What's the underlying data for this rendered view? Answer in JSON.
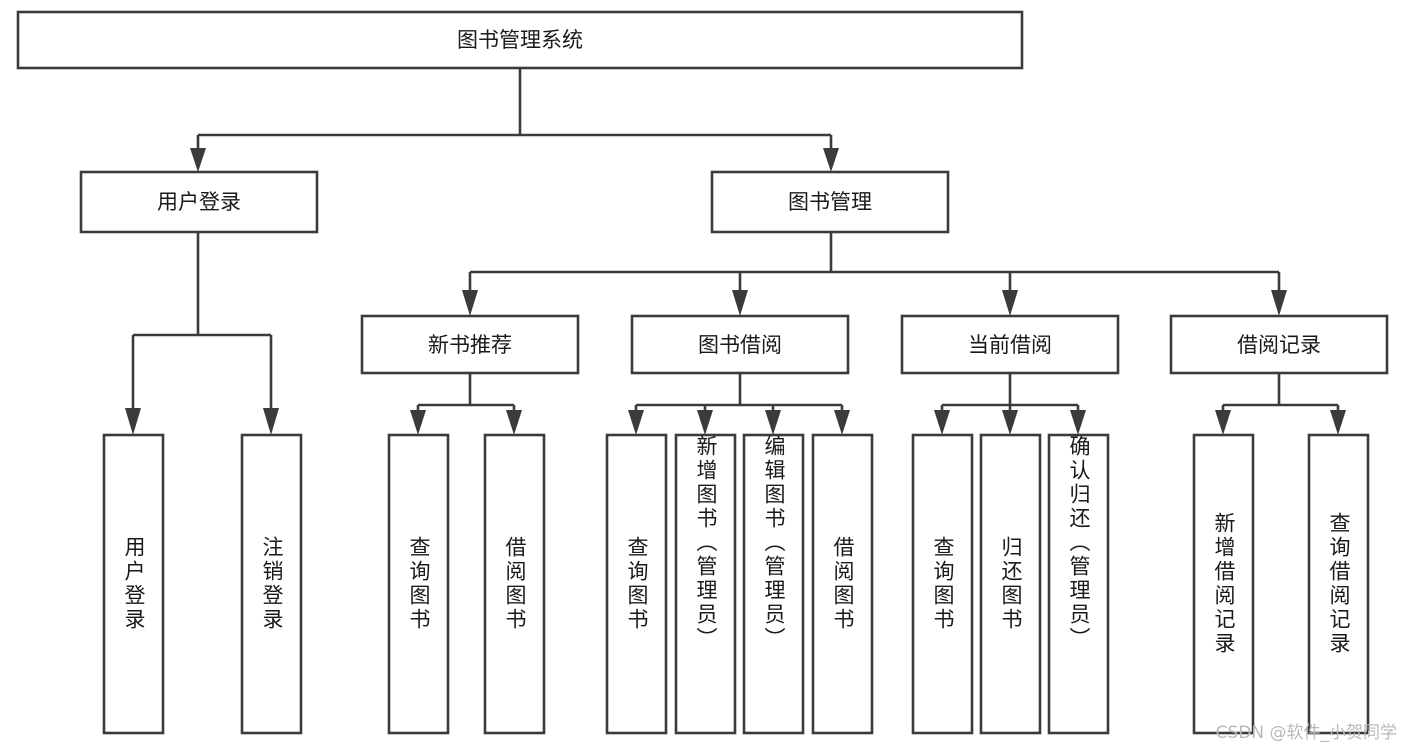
{
  "diagram": {
    "type": "tree",
    "title": "图书管理系统",
    "root": {
      "id": "root",
      "label": "图书管理系统",
      "orientation": "horizontal"
    },
    "level2": [
      {
        "id": "user-login",
        "label": "用户登录",
        "orientation": "horizontal"
      },
      {
        "id": "book-manage",
        "label": "图书管理",
        "orientation": "horizontal"
      }
    ],
    "level3": [
      {
        "id": "new-book-recommend",
        "label": "新书推荐",
        "orientation": "horizontal",
        "parent": "book-manage"
      },
      {
        "id": "book-borrow",
        "label": "图书借阅",
        "orientation": "horizontal",
        "parent": "book-manage"
      },
      {
        "id": "current-borrow",
        "label": "当前借阅",
        "orientation": "horizontal",
        "parent": "book-manage"
      },
      {
        "id": "borrow-record",
        "label": "借阅记录",
        "orientation": "horizontal",
        "parent": "book-manage"
      }
    ],
    "leaves": [
      {
        "id": "leaf-user-login",
        "label": "用户登录",
        "orientation": "vertical",
        "parent": "user-login"
      },
      {
        "id": "leaf-logout-login",
        "label": "注销登录",
        "orientation": "vertical",
        "parent": "user-login"
      },
      {
        "id": "leaf-query-book-1",
        "label": "查询图书",
        "orientation": "vertical",
        "parent": "new-book-recommend"
      },
      {
        "id": "leaf-borrow-book-1",
        "label": "借阅图书",
        "orientation": "vertical",
        "parent": "new-book-recommend"
      },
      {
        "id": "leaf-query-book-2",
        "label": "查询图书",
        "orientation": "vertical",
        "parent": "book-borrow"
      },
      {
        "id": "leaf-add-book-admin",
        "label": "新增图书（管理员）",
        "orientation": "vertical",
        "parent": "book-borrow"
      },
      {
        "id": "leaf-edit-book-admin",
        "label": "编辑图书（管理员）",
        "orientation": "vertical",
        "parent": "book-borrow"
      },
      {
        "id": "leaf-borrow-book-2",
        "label": "借阅图书",
        "orientation": "vertical",
        "parent": "book-borrow"
      },
      {
        "id": "leaf-query-book-3",
        "label": "查询图书",
        "orientation": "vertical",
        "parent": "current-borrow"
      },
      {
        "id": "leaf-return-book",
        "label": "归还图书",
        "orientation": "vertical",
        "parent": "current-borrow"
      },
      {
        "id": "leaf-confirm-return-admin",
        "label": "确认归还（管理员）",
        "orientation": "vertical",
        "parent": "current-borrow"
      },
      {
        "id": "leaf-add-borrow-record",
        "label": "新增借阅记录",
        "orientation": "vertical",
        "parent": "borrow-record"
      },
      {
        "id": "leaf-query-borrow-record",
        "label": "查询借阅记录",
        "orientation": "vertical",
        "parent": "borrow-record"
      }
    ]
  },
  "watermark": {
    "text": "CSDN @软件_小贺同学"
  },
  "colors": {
    "stroke": "#3b3b3b",
    "fill": "#ffffff",
    "text": "#1a1a1a",
    "watermark": "#b9b9b9"
  }
}
